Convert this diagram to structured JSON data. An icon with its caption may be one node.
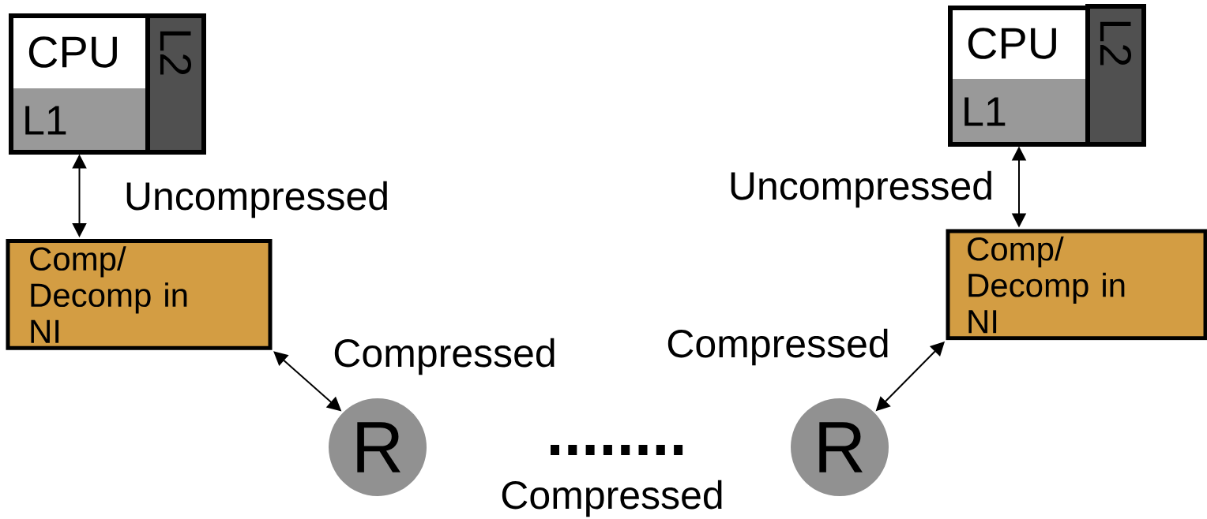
{
  "diagram": {
    "nodes": [
      {
        "text": [
          "CPU"
        ]
      },
      {
        "text": [
          "L1"
        ]
      },
      {
        "text": [
          "L2"
        ]
      },
      {
        "text": [
          "Comp/ Decomp in NI"
        ]
      },
      {
        "text": [
          "R"
        ]
      },
      {
        "text": [
          "CPU"
        ]
      },
      {
        "text": [
          "L1"
        ]
      },
      {
        "text": [
          "L2"
        ]
      },
      {
        "text": [
          "Comp/ Decomp in NI"
        ]
      },
      {
        "text": [
          "R"
        ]
      }
    ],
    "edges": [
      {
        "from": 1,
        "to": 3,
        "arrow": "both",
        "label": "Uncompressed"
      },
      {
        "from": 3,
        "to": 4,
        "arrow": "both",
        "label": "Compressed"
      },
      {
        "from": 6,
        "to": 8,
        "arrow": "both",
        "label": "Uncompressed"
      },
      {
        "from": 8,
        "to": 9,
        "arrow": "both",
        "label": "Compressed"
      }
    ],
    "labels": [
      "Compressed"
    ]
  }
}
